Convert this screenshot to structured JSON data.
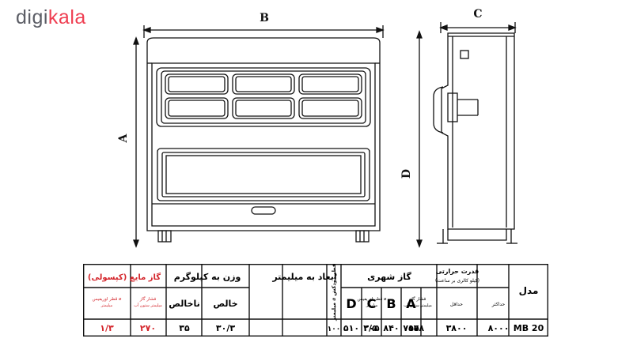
{
  "logo": {
    "part1": "digi",
    "part2": "kala"
  },
  "colors": {
    "logo_grey": "#5c5e66",
    "logo_red": "#ef3f52",
    "group_red": "#d4252b",
    "line": "#111111"
  },
  "dims": {
    "A": "A",
    "B": "B",
    "C": "C",
    "D": "D"
  },
  "table": {
    "model_header": "مدل",
    "heat_header": "قدرت حرارتی",
    "heat_sub": "(کیلو کالری بر ساعت)",
    "heat_max": "حداکثر",
    "heat_min": "حداقل",
    "gas_city_header": "گاز شهری",
    "gas_city_pressure": "فشار گاز",
    "gas_city_pressure2": "میلیمتر ستون آب",
    "gas_city_orifice": "قطر اوریفیس ⌀",
    "gas_city_orifice2": "میلیمتر",
    "flue_header": "قطر دودکش ⌀ میلیمتر",
    "dims_header": "ابعاد به میلیمتر",
    "weight_header": "وزن به کیلوگرم",
    "weight_net": "خالص",
    "weight_gross": "ناخالص",
    "lpg_header": "گاز مایع (کپسولی)",
    "lpg_pressure": "فشار گاز",
    "lpg_pressure2": "میلیمتر ستون آب",
    "lpg_orifice": "قطر اوریفیس ⌀",
    "lpg_orifice2": "میلیمتر",
    "row": {
      "model": "MB 20",
      "heat_max": "۸۰۰۰",
      "heat_min": "۳۸۰۰",
      "gas_pressure": "۱۷۸",
      "gas_orifice": "۲/۵",
      "flue": "۱۰۰",
      "D": "۵۱۰",
      "C": "۳۰۵",
      "B": "۸۴۰",
      "A": "۷۵۵",
      "gross": "۳۰/۳",
      "net": "۳۵",
      "lpg_pressure": "۲۷۰",
      "lpg_orifice": "۱/۳"
    }
  }
}
